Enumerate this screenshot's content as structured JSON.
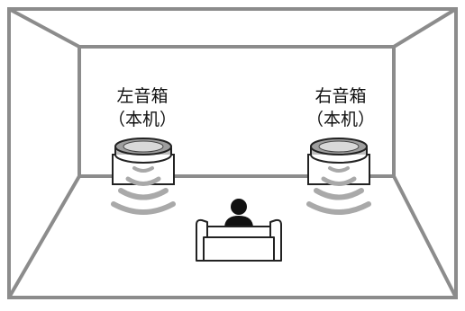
{
  "speakers": {
    "left": {
      "name": "左音箱",
      "sub": "（本机）"
    },
    "right": {
      "name": "右音箱",
      "sub": "（本机）"
    }
  },
  "colors": {
    "room_line": "#8c8c8c",
    "speaker_top": "#bdbdbd",
    "sound_wave": "#a9a9a9",
    "listener": "#111111",
    "outline": "#222222"
  },
  "icons": [
    "speaker-icon",
    "sound-wave-icon",
    "listener-icon",
    "sofa-icon"
  ]
}
